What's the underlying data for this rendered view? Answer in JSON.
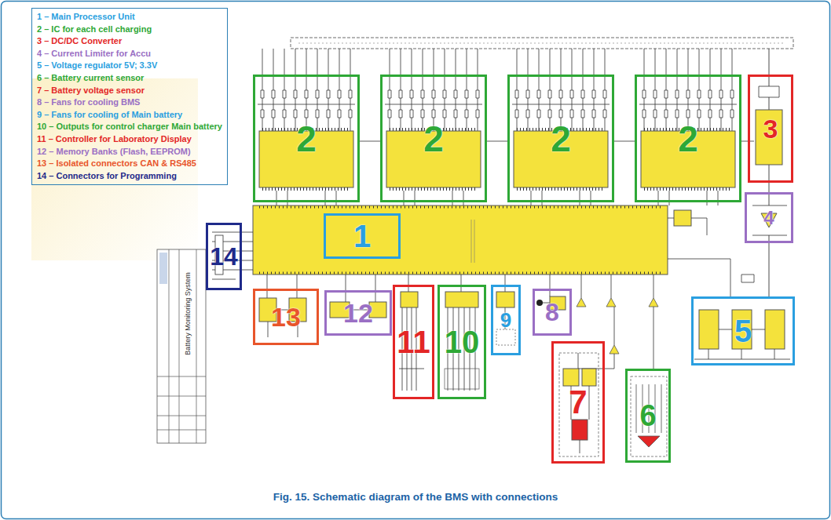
{
  "diagram": {
    "caption": "Fig. 15. Schematic diagram of the BMS with connections",
    "nodes": [
      {
        "text": [
          "2"
        ]
      },
      {
        "text": [
          "2"
        ]
      },
      {
        "text": [
          "2"
        ]
      },
      {
        "text": [
          "2"
        ]
      },
      {
        "text": [
          "3"
        ]
      },
      {
        "text": [
          "4"
        ]
      },
      {
        "text": [
          "14"
        ]
      },
      {
        "text": [
          "1"
        ]
      },
      {
        "text": [
          "5"
        ]
      },
      {
        "text": [
          "13"
        ]
      },
      {
        "text": [
          "12"
        ]
      },
      {
        "text": [
          "11"
        ]
      },
      {
        "text": [
          "10"
        ]
      },
      {
        "text": [
          "9"
        ]
      },
      {
        "text": [
          "8"
        ]
      },
      {
        "text": [
          "7"
        ]
      },
      {
        "text": [
          "6"
        ]
      }
    ],
    "labels": [
      "Battery Monitoring System"
    ],
    "legend": [
      {
        "text": "1 – Main Processor Unit",
        "color": "#2a9fe0"
      },
      {
        "text": "2 – IC for each cell charging",
        "color": "#2ea836"
      },
      {
        "text": "3 – DC/DC Converter",
        "color": "#e32626"
      },
      {
        "text": "4 – Current Limiter for Accu",
        "color": "#9a6fc4"
      },
      {
        "text": "5 – Voltage regulator 5V; 3.3V",
        "color": "#2a9fe0"
      },
      {
        "text": "6 – Battery current sensor",
        "color": "#2ea836"
      },
      {
        "text": "7 – Battery voltage sensor",
        "color": "#e32626"
      },
      {
        "text": "8 – Fans for cooling BMS",
        "color": "#9a6fc4"
      },
      {
        "text": "9 – Fans for cooling of Main battery",
        "color": "#2a9fe0"
      },
      {
        "text": "10 – Outputs for control charger Main battery",
        "color": "#2ea836"
      },
      {
        "text": "11 – Controller for Laboratory Display",
        "color": "#e32626"
      },
      {
        "text": "12 – Memory Banks (Flash, EEPROM)",
        "color": "#9a6fc4"
      },
      {
        "text": "13 – Isolated connectors CAN & RS485",
        "color": "#e8552b"
      },
      {
        "text": "14 – Connectors for Programming",
        "color": "#1f2a8a"
      }
    ]
  }
}
